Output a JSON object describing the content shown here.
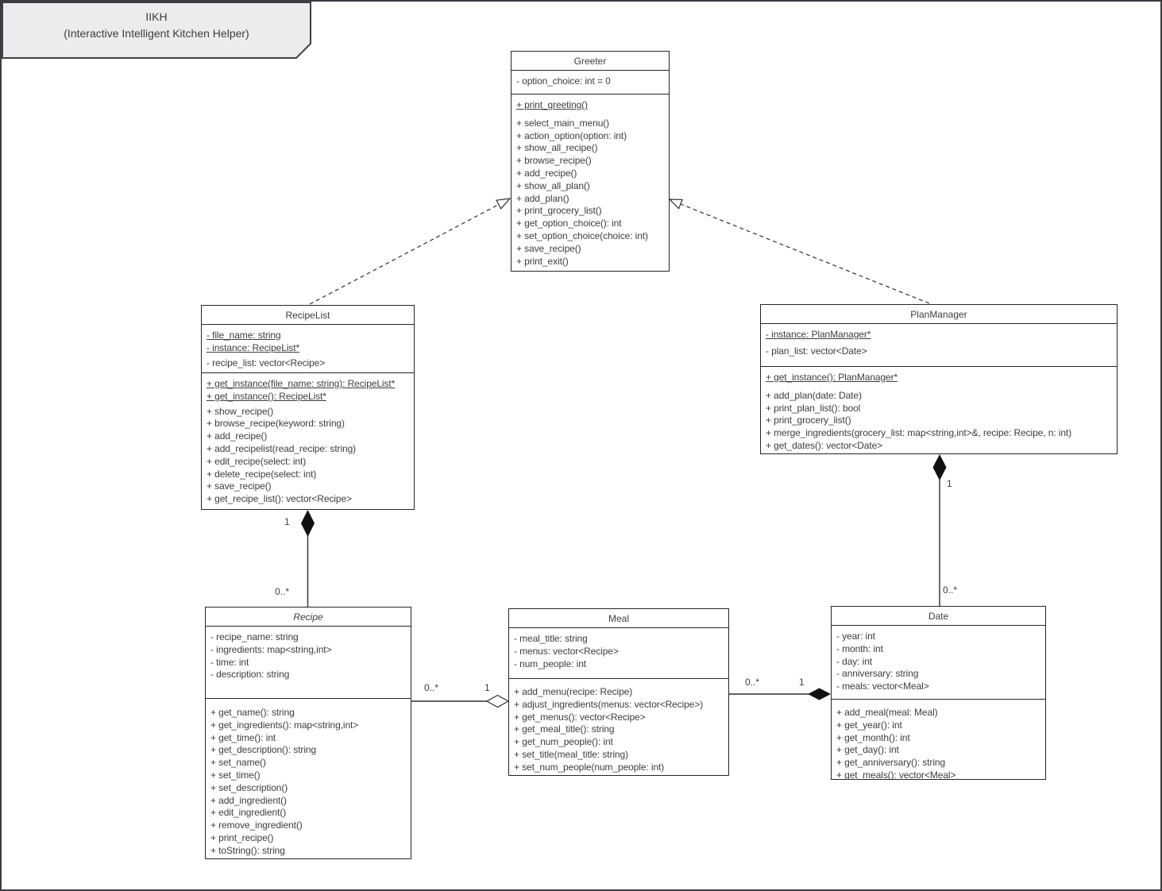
{
  "note": {
    "line1": "IIKH",
    "line2": "(Interactive Intelligent Kitchen Helper)"
  },
  "colors": {
    "frame": "#3b3b43",
    "box_line": "#262626",
    "text": "#3d3d3d",
    "note_fill": "#ececee",
    "diamond_fill": "#111111"
  },
  "classes": {
    "greeter": {
      "name": "Greeter",
      "attributes": [
        "- option_choice: int = 0"
      ],
      "static_methods": [
        "+ print_greeting()"
      ],
      "methods": [
        "+ select_main_menu()",
        "+ action_option(option: int)",
        "+ show_all_recipe()",
        "+ browse_recipe()",
        "+ add_recipe()",
        "+ show_all_plan()",
        "+ add_plan()",
        "+ print_grocery_list()",
        "+ get_option_choice(): int",
        "+ set_option_choice(choice: int)",
        "+ save_recipe()",
        "+ print_exit()"
      ]
    },
    "recipe_list": {
      "name": "RecipeList",
      "static_attributes": [
        "- file_name: string",
        "- instance: RecipeList*"
      ],
      "attributes": [
        "- recipe_list: vector<Recipe>"
      ],
      "static_methods": [
        "+ get_instance(file_name: string): RecipeList*",
        "+ get_instance(): RecipeList*"
      ],
      "methods": [
        "+ show_recipe()",
        "+ browse_recipe(keyword: string)",
        "+ add_recipe()",
        "+ add_recipelist(read_recipe: string)",
        "+ edit_recipe(select: int)",
        "+ delete_recipe(select: int)",
        "+ save_recipe()",
        "+ get_recipe_list(): vector<Recipe>"
      ]
    },
    "plan_manager": {
      "name": "PlanManager",
      "static_attributes": [
        "- instance: PlanManager*"
      ],
      "attributes": [
        "- plan_list: vector<Date>"
      ],
      "static_methods": [
        "+ get_instance(): PlanManager*"
      ],
      "methods": [
        "+ add_plan(date: Date)",
        "+ print_plan_list(): bool",
        "+ print_grocery_list()",
        "+ merge_ingredients(grocery_list: map<string,int>&, recipe: Recipe, n: int)",
        "+ get_dates(): vector<Date>"
      ]
    },
    "recipe": {
      "name": "Recipe",
      "attributes": [
        "- recipe_name: string",
        "- ingredients: map<string,int>",
        "- time: int",
        "- description: string"
      ],
      "methods": [
        "+ get_name(): string",
        "+ get_ingredients(): map<string,int>",
        "+ get_time(): int",
        "+ get_description(): string",
        "+ set_name()",
        "+ set_time()",
        "+ set_description()",
        "+ add_ingredient()",
        "+ edit_ingredient()",
        "+ remove_ingredient()",
        "+ print_recipe()",
        "+ toString(): string"
      ]
    },
    "meal": {
      "name": "Meal",
      "attributes": [
        "- meal_title: string",
        "- menus: vector<Recipe>",
        "- num_people: int"
      ],
      "methods": [
        "+ add_menu(recipe: Recipe)",
        "+ adjust_ingredients(menus: vector<Recipe>)",
        "+ get_menus(): vector<Recipe>",
        "+ get_meal_title(): string",
        "+ get_num_people(): int",
        "+ set_title(meal_title: string)",
        "+ set_num_people(num_people: int)"
      ]
    },
    "date": {
      "name": "Date",
      "attributes": [
        "- year: int",
        "- month: int",
        "- day: int",
        "- anniversary: string",
        "- meals: vector<Meal>"
      ],
      "methods": [
        "+ add_meal(meal: Meal)",
        "+ get_year(): int",
        "+ get_month(): int",
        "+ get_day(): int",
        "+ get_anniversary(): string",
        "+ get_meals(): vector<Meal>"
      ]
    }
  },
  "relationships": [
    {
      "id": "recipelist-greeter",
      "type": "dashed-realization",
      "from": "RecipeList",
      "to": "Greeter"
    },
    {
      "id": "planmanager-greeter",
      "type": "dashed-realization",
      "from": "PlanManager",
      "to": "Greeter"
    },
    {
      "id": "recipelist-recipe",
      "type": "composition",
      "owner": "RecipeList",
      "part": "Recipe",
      "owner_mult": "1",
      "part_mult": "0..*"
    },
    {
      "id": "planmanager-date",
      "type": "composition",
      "owner": "PlanManager",
      "part": "Date",
      "owner_mult": "1",
      "part_mult": "0..*"
    },
    {
      "id": "meal-recipe",
      "type": "aggregation",
      "owner": "Meal",
      "part": "Recipe",
      "owner_mult": "1",
      "part_mult": "0..*"
    },
    {
      "id": "date-meal",
      "type": "composition",
      "owner": "Date",
      "part": "Meal",
      "owner_mult": "1",
      "part_mult": "0..*"
    }
  ]
}
